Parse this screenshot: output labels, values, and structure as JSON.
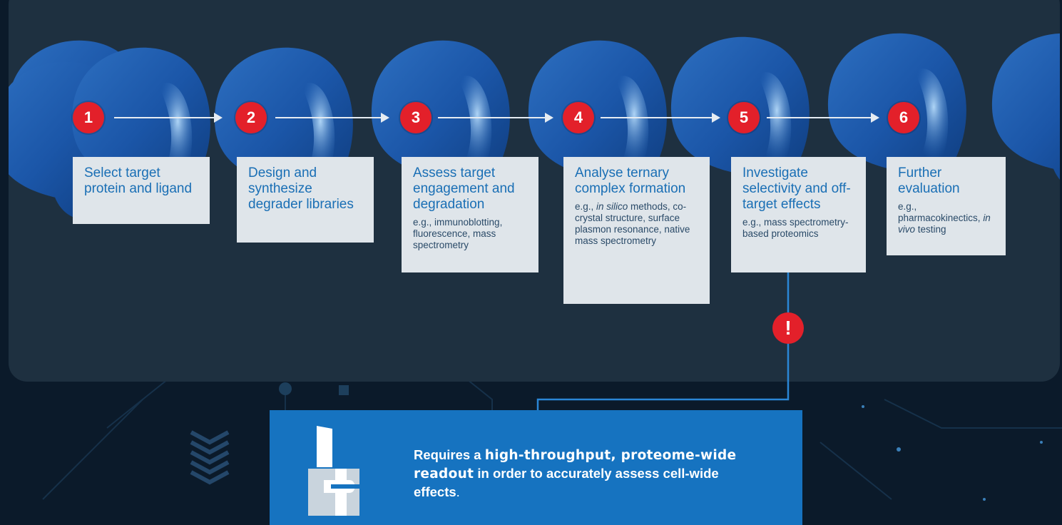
{
  "steps": [
    {
      "number": "1",
      "title": "Select target protein and ligand",
      "detail": ""
    },
    {
      "number": "2",
      "title": "Design and synthesize degrader libraries",
      "detail": ""
    },
    {
      "number": "3",
      "title": "Assess target engagement and degradation",
      "detail": "e.g., immunoblotting, fluorescence, mass spectrometry"
    },
    {
      "number": "4",
      "title": "Analyse ternary complex formation",
      "detail_pre": "e.g., ",
      "detail_italic": "in silico",
      "detail_post": " methods, co-crystal structure, surface plasmon resonance, native mass spectrometry"
    },
    {
      "number": "5",
      "title": "Investigate selectivity and off-target effects",
      "detail": "e.g., mass spectrometry-based proteomics"
    },
    {
      "number": "6",
      "title": "Further evaluation",
      "detail_pre": "e.g., pharmacokinectics, ",
      "detail_italic": "in vivo",
      "detail_post": " testing"
    }
  ],
  "alert_symbol": "!",
  "callout": {
    "text_1": "Requires a ",
    "highlight": "high-throughput, proteome-wide readout",
    "text_2": " in order to accurately assess cell-wide effects",
    "text_3": "."
  },
  "colors": {
    "badge": "#e3202a",
    "box_bg": "#dfe5ea",
    "box_title": "#1a6fb5",
    "callout_bg": "#1673c0",
    "panel_bg": "#1e3040"
  }
}
